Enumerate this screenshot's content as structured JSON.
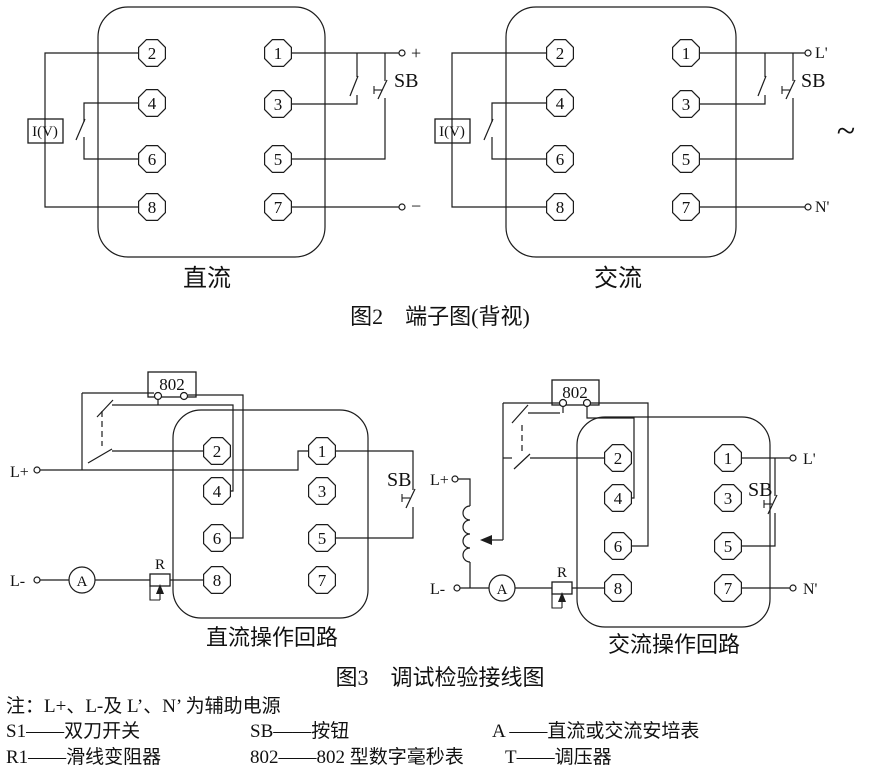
{
  "page": {
    "background": "#ffffff",
    "ink": "#1c1c1c"
  },
  "fig2": {
    "caption": "图2　端子图(背视)",
    "dc": {
      "label": "直流",
      "meter": "I(V)",
      "sb": "SB",
      "pos": "+",
      "neg": "−",
      "left_terminals": [
        "2",
        "4",
        "6",
        "8"
      ],
      "right_terminals": [
        "1",
        "3",
        "5",
        "7"
      ]
    },
    "ac": {
      "label": "交流",
      "meter": "I(V)",
      "sb": "SB",
      "line": "L'",
      "neutral": "N'",
      "wave": "~",
      "left_terminals": [
        "2",
        "4",
        "6",
        "8"
      ],
      "right_terminals": [
        "1",
        "3",
        "5",
        "7"
      ]
    }
  },
  "fig3": {
    "caption": "图3　调试检验接线图",
    "dc": {
      "label": "直流操作回路",
      "timer": "802",
      "sb": "SB",
      "ammeter": "A",
      "rheostat": "R",
      "aux_pos": "L+",
      "aux_neg": "L-",
      "left_terminals": [
        "2",
        "4",
        "6",
        "8"
      ],
      "right_terminals": [
        "1",
        "3",
        "5",
        "7"
      ]
    },
    "ac": {
      "label": "交流操作回路",
      "timer": "802",
      "sb": "SB",
      "ammeter": "A",
      "rheostat": "R",
      "aux_pos": "L+",
      "aux_neg": "L-",
      "line": "L'",
      "neutral": "N'",
      "left_terminals": [
        "2",
        "4",
        "6",
        "8"
      ],
      "right_terminals": [
        "1",
        "3",
        "5",
        "7"
      ]
    }
  },
  "notes": {
    "intro": "注：L+、L-及 L’、N’ 为辅助电源",
    "row1": [
      "S1——双刀开关",
      "SB——按钮",
      "A ——直流或交流安培表"
    ],
    "row2": [
      "R1——滑线变阻器",
      "802——802 型数字毫秒表",
      "T——调压器"
    ]
  }
}
